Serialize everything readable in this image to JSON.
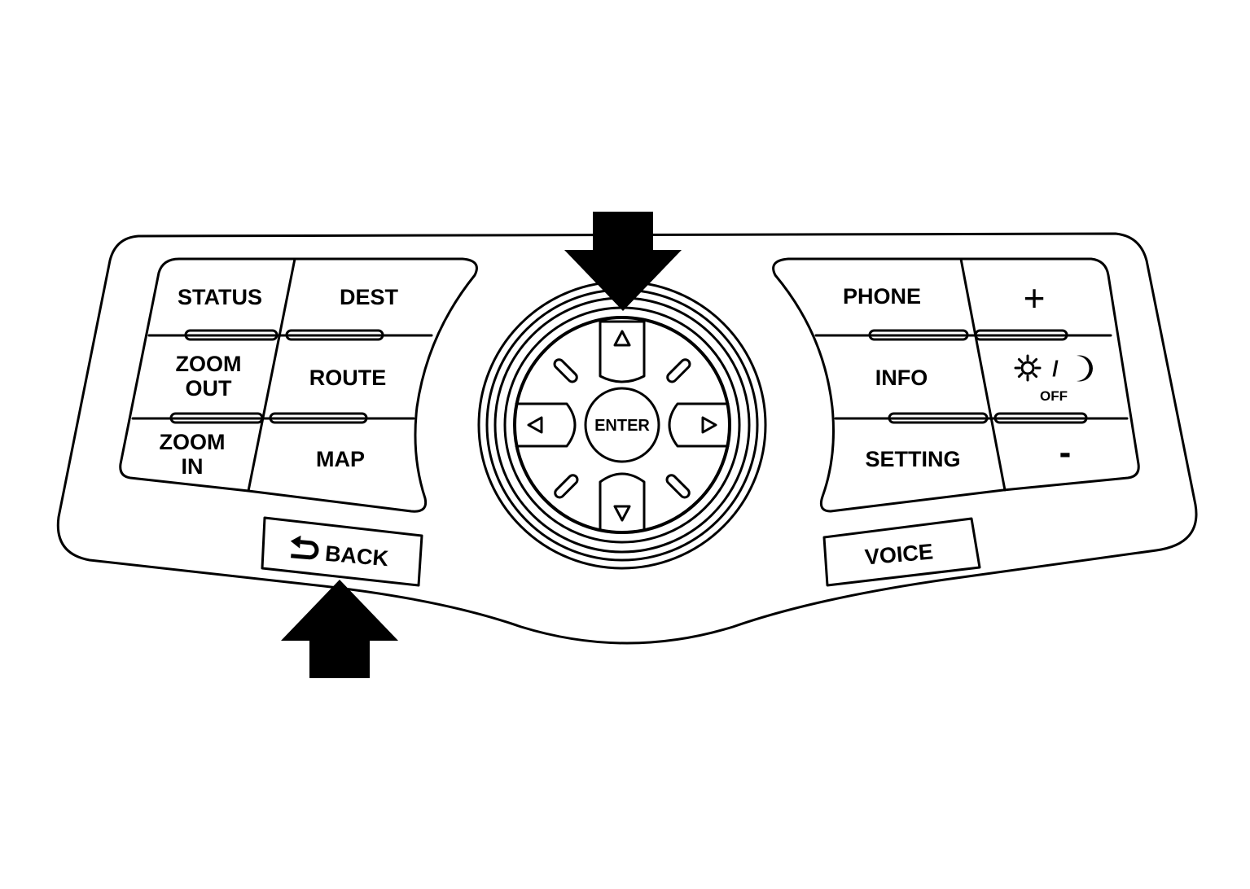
{
  "left_panel": {
    "status": "STATUS",
    "dest": "DEST",
    "zoom_out": [
      "ZOOM",
      "OUT"
    ],
    "route": "ROUTE",
    "zoom_in": [
      "ZOOM",
      "IN"
    ],
    "map": "MAP"
  },
  "center": {
    "enter": "ENTER"
  },
  "right_panel": {
    "phone": "PHONE",
    "plus": "+",
    "info": "INFO",
    "day_night_slash": "/",
    "day_night_off": "OFF",
    "setting": "SETTING",
    "minus": "-"
  },
  "bottom": {
    "back": "BACK",
    "voice": "VOICE"
  },
  "icons": {
    "back": "return-arrow-icon",
    "day_night": "sun-moon-icon",
    "up": "triangle-up-icon",
    "down": "triangle-down-icon",
    "left": "triangle-left-icon",
    "right": "triangle-right-icon"
  },
  "colors": {
    "line": "#000000",
    "background": "#ffffff"
  }
}
